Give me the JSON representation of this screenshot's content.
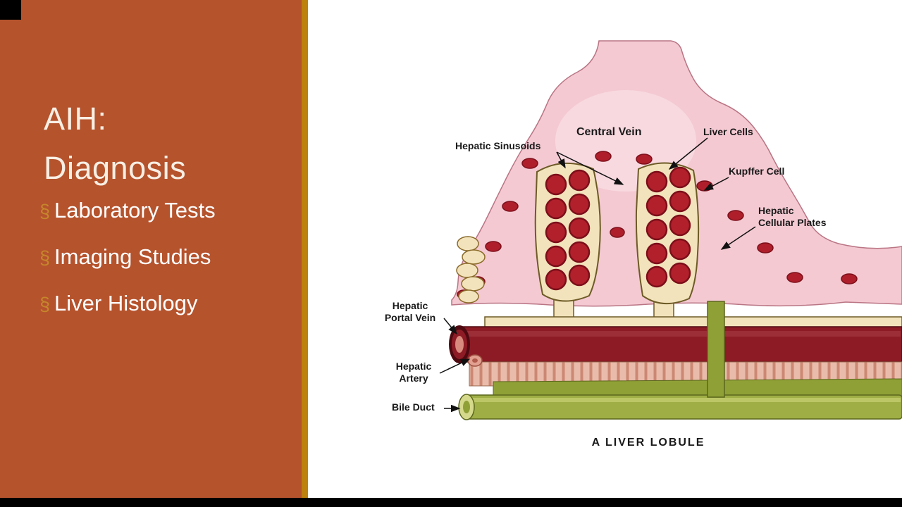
{
  "slide": {
    "title": {
      "line1": "AIH:",
      "line2": "Diagnosis"
    },
    "bullets": [
      {
        "marker": "§",
        "label": "Laboratory Tests"
      },
      {
        "marker": "§",
        "label": "Imaging Studies"
      },
      {
        "marker": "§",
        "label": "Liver Histology"
      }
    ]
  },
  "diagram": {
    "caption": "A LIVER LOBULE",
    "labels": {
      "central_vein": "Central Vein",
      "liver_cells": "Liver Cells",
      "kupffer_cell": "Kupffer Cell",
      "hepatic_sinusoids": "Hepatic Sinusoids",
      "hepatic_cellular_plates": "Hepatic\nCellular Plates",
      "hepatic_portal_vein": "Hepatic\nPortal Vein",
      "hepatic_artery": "Hepatic\nArtery",
      "bile_duct": "Bile Duct"
    }
  },
  "colors": {
    "panel_orange": "#B5532D",
    "divider_gold": "#BD810D",
    "bullet_marker_gold": "#C6872B",
    "title_cream": "#F8EFE4",
    "lobule_pink": "#F4C9D2",
    "hepatocyte_red": "#B2202C",
    "plate_cream": "#F3E3BC",
    "portal_vein_maroon": "#8D1B25",
    "bile_duct_green": "#9FAE45"
  }
}
